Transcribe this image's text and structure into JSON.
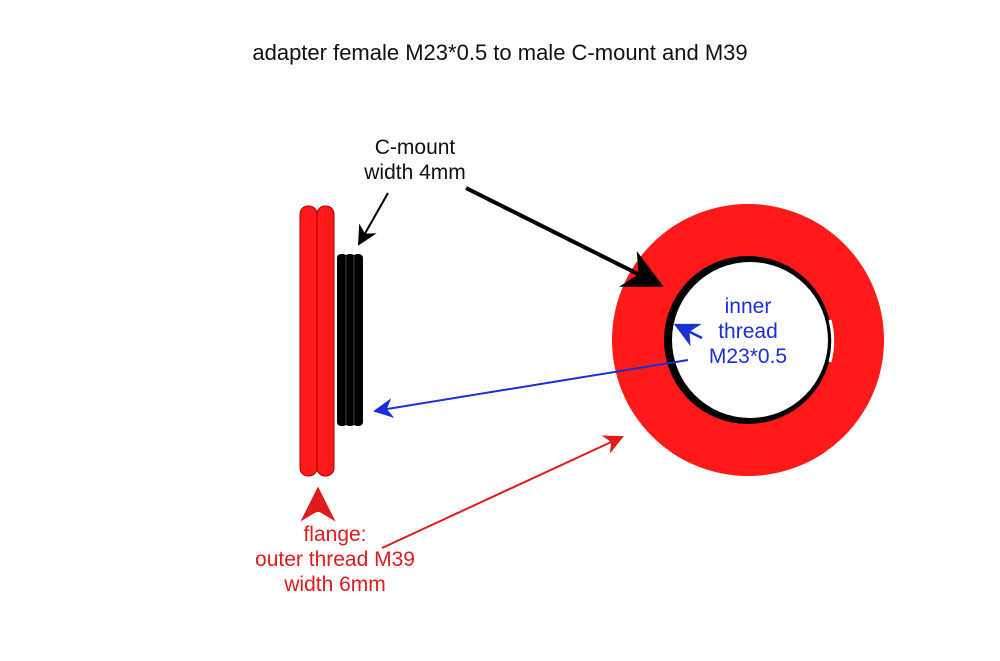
{
  "title": "adapter female M23*0.5 to male C-mount and M39",
  "colors": {
    "flange": "#ff1a1a",
    "cmount": "#000000",
    "inner_thread": "#1b2fd6",
    "flange_label": "#e01b1b"
  },
  "labels": {
    "cmount": {
      "line1": "C-mount",
      "line2": "width 4mm"
    },
    "inner_thread": {
      "line1": "inner",
      "line2": "thread",
      "line3": "M23*0.5"
    },
    "flange": {
      "line1": "flange:",
      "line2": "outer thread M39",
      "line3": "width 6mm"
    }
  }
}
